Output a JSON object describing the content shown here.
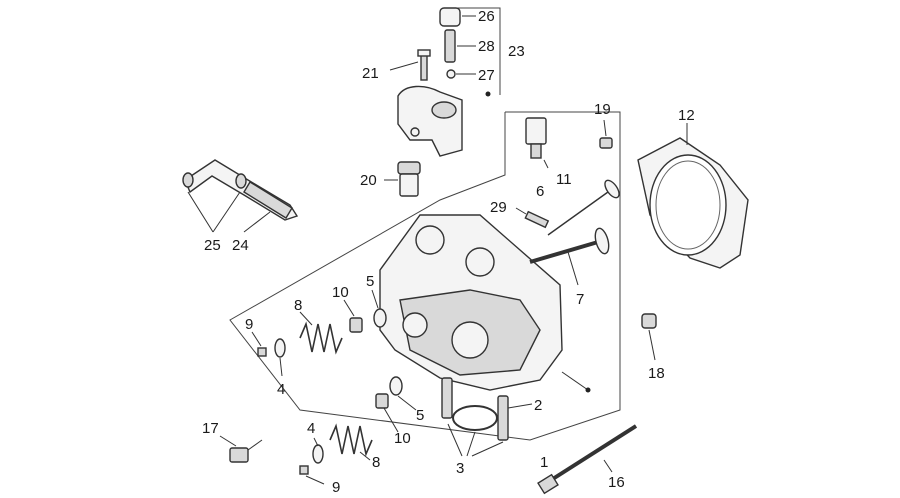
{
  "callouts": {
    "n1": "1",
    "n2": "2",
    "n3": "3",
    "n4a": "4",
    "n4b": "4",
    "n5a": "5",
    "n5b": "5",
    "n6": "6",
    "n7": "7",
    "n8a": "8",
    "n8b": "8",
    "n9a": "9",
    "n9b": "9",
    "n10a": "10",
    "n10b": "10",
    "n11": "11",
    "n12": "12",
    "n16": "16",
    "n17": "17",
    "n18": "18",
    "n19": "19",
    "n20": "20",
    "n21": "21",
    "n23": "23",
    "n24": "24",
    "n25": "25",
    "n26": "26",
    "n27": "27",
    "n28": "28",
    "n29": "29"
  }
}
